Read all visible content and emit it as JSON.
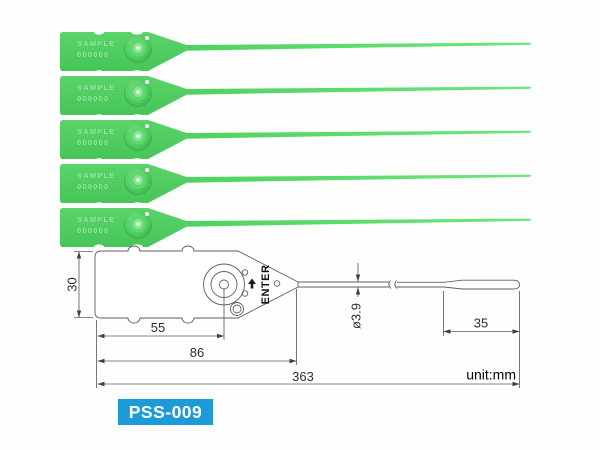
{
  "product": {
    "model_label": "PSS-009"
  },
  "seals": {
    "count": 5,
    "marking_line1": "SAMPLE",
    "marking_line2": "000000",
    "body_color": "#4ecb5e",
    "strap_color": "#5fdd6e"
  },
  "drawing": {
    "unit_label": "unit:mm",
    "lock_label": "ENTER",
    "dims": {
      "height": "30",
      "lock_offset": "55",
      "head_length": "86",
      "total_length": "363",
      "tail_length": "35",
      "strap_diameter": "ø3.9"
    }
  },
  "colors": {
    "badge_blue": "#1b9bd8",
    "line_gray": "#5f5f5f"
  }
}
